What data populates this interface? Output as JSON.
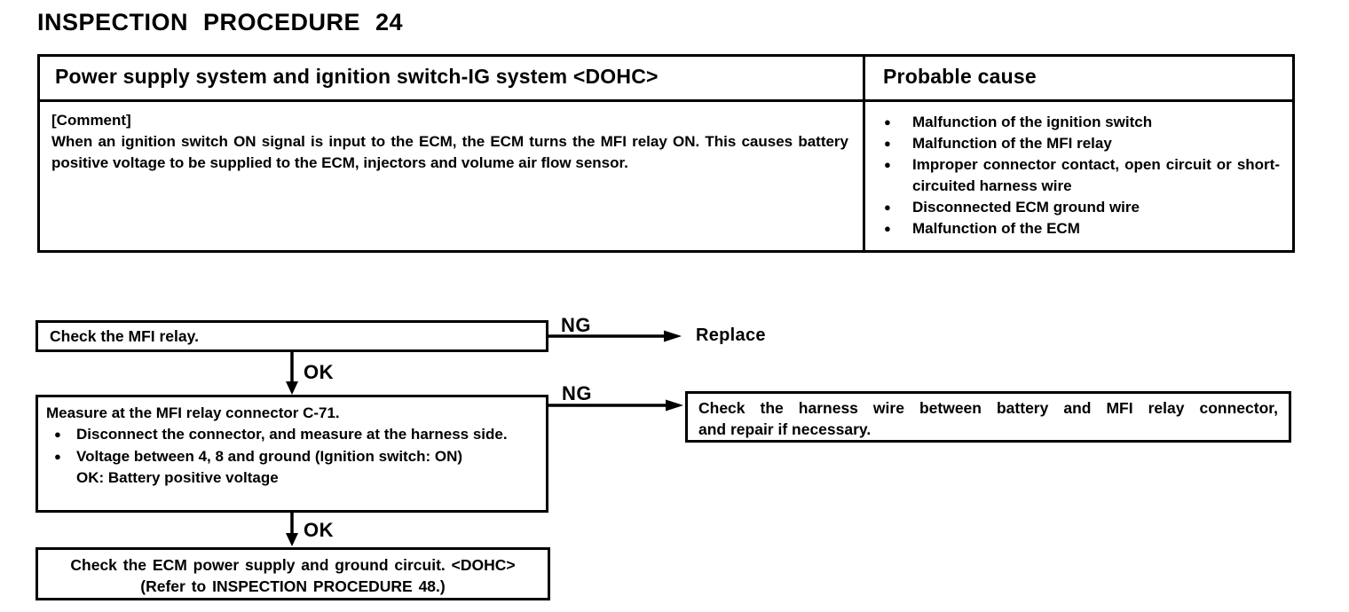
{
  "title": "INSPECTION PROCEDURE 24",
  "table": {
    "header_left": "Power supply system and ignition switch-IG system <DOHC>",
    "header_right": "Probable cause",
    "comment_label": "[Comment]",
    "comment_text": "When an ignition switch ON signal is input to the ECM, the ECM turns the MFI relay ON. This causes battery positive voltage to be supplied to the ECM, injectors and volume air flow sensor.",
    "probable_causes": [
      "Malfunction of the ignition switch",
      "Malfunction of the MFI relay",
      "Improper connector contact, open circuit or short-circuited harness wire",
      "Disconnected ECM ground wire",
      "Malfunction of the ECM"
    ]
  },
  "flowchart": {
    "step1_text": "Check the MFI relay.",
    "ng_label_1": "NG",
    "ng_action_1": "Replace",
    "ok_label_1": "OK",
    "step2_title": "Measure at the MFI relay connector C-71.",
    "step2_bullet_1": "Disconnect the connector, and measure at the harness side.",
    "step2_bullet_2": "Voltage between 4, 8 and ground (Ignition switch: ON)",
    "step2_ok_condition": "OK: Battery positive voltage",
    "ng_label_2": "NG",
    "ng_action_2_line1": "Check the harness wire between battery and MFI relay connector,",
    "ng_action_2_line2": "and repair if necessary.",
    "ok_label_2": "OK",
    "step3_line1": "Check the ECM power supply and ground circuit. <DOHC>",
    "step3_line2": "(Refer to  INSPECTION  PROCEDURE  48.)"
  },
  "glyphs": {
    "bullet": "●"
  },
  "colors": {
    "ink": "#000000",
    "paper": "#ffffff"
  }
}
